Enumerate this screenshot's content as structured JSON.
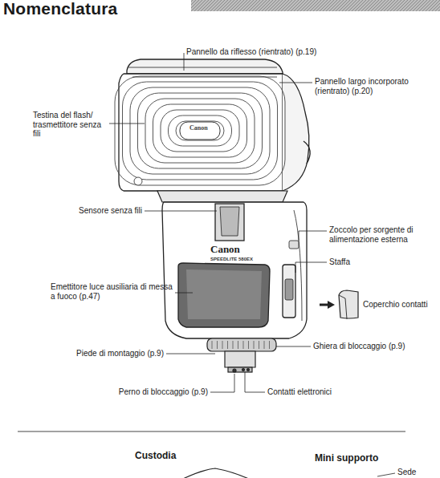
{
  "diagram": {
    "title": "Nomenclatura",
    "labels": [
      "Pannello da riflesso (rientrato) (p.19)",
      "Pannello largo incorporato (rientrato) (p.20)",
      "Testina del flash/ trasmettitore senza fili",
      "Canon",
      "Sensore senza fili",
      "Zoccolo per sorgente di alimentazione esterna",
      "Canon",
      "SPEEDLITE 580EX",
      "Staffa",
      "Coperchio contatti",
      "Emettitore luce ausiliaria di messa a fuoco (p.47)",
      "Ghiera di bloccaggio (p.9)",
      "Piede di montaggio (p.9)",
      "Perno di bloccaggio (p.9)",
      "Contatti elettronici",
      "Custodia",
      "Mini supporto",
      "Sede"
    ]
  }
}
